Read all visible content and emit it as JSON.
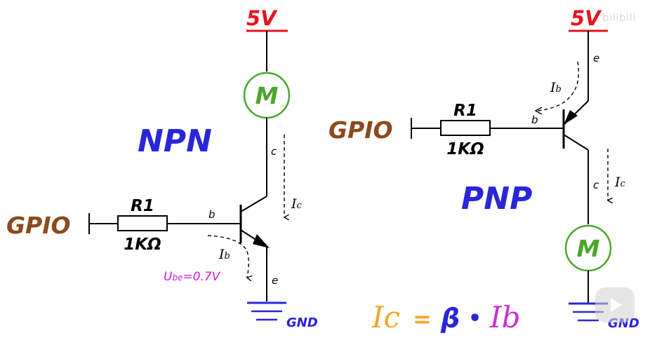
{
  "npn": {
    "title": "NPN",
    "supply": "5V",
    "motor": "M",
    "gpio": "GPIO",
    "resistor_name": "R1",
    "resistor_value": "1KΩ",
    "base": "b",
    "collector": "c",
    "emitter": "e",
    "ic": "I",
    "ic_sub": "c",
    "ib": "I",
    "ib_sub": "b",
    "ube_u": "U",
    "ube_sub": "be",
    "ube_val": "=0.7V",
    "gnd": "GND"
  },
  "pnp": {
    "title": "PNP",
    "supply": "5V",
    "motor": "M",
    "gpio": "GPIO",
    "resistor_name": "R1",
    "resistor_value": "1KΩ",
    "base": "b",
    "collector": "c",
    "emitter": "e",
    "ic": "I",
    "ic_sub": "c",
    "ib": "I",
    "ib_sub": "b",
    "gnd": "GND"
  },
  "formula": {
    "ic": "Ic",
    "eq": "=",
    "beta": "β",
    "dot": "•",
    "ib": "Ib"
  },
  "watermark": "bilibili",
  "colors": {
    "supply": "#e8121c",
    "motor": "#4aa62b",
    "gpio": "#8c4a1c",
    "title": "#2a26d8",
    "ube": "#d21bd6",
    "gnd_line": "#2a26d8",
    "formula_ic": "#f5a52a",
    "formula_beta": "#2a26d8",
    "formula_ib": "#cc2fd1"
  }
}
